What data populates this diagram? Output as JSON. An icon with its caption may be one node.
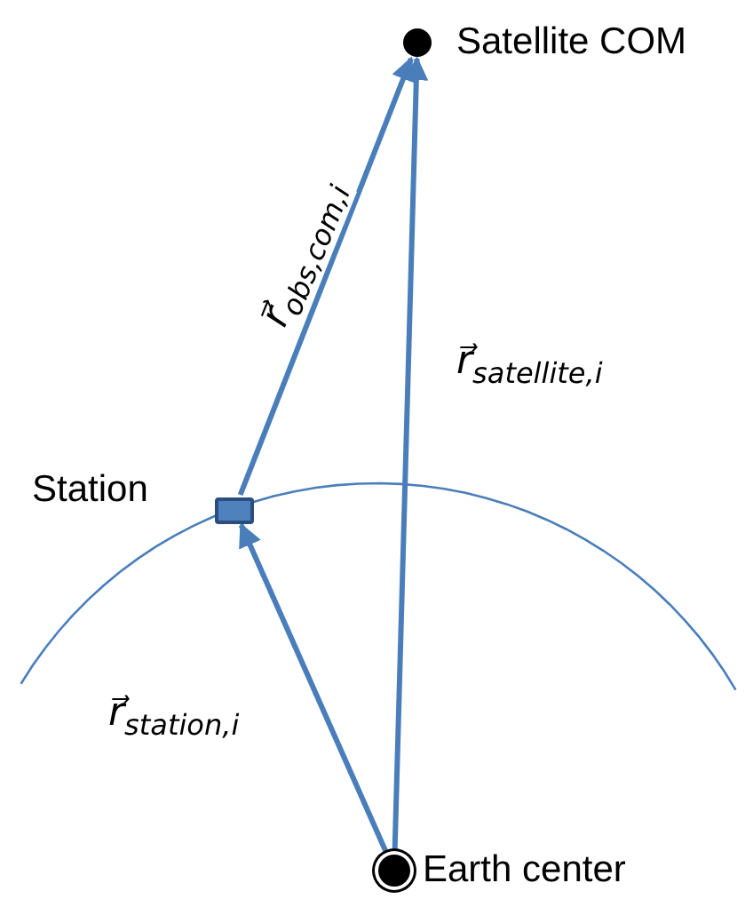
{
  "diagram": {
    "nodes": [
      {
        "text": [],
        "shape": "circle",
        "beside": [
          "Satellite COM"
        ]
      },
      {
        "text": [],
        "shape": "box",
        "beside": [
          "Station"
        ]
      },
      {
        "text": [],
        "shape": "circle",
        "beside": [
          "Earth center"
        ]
      }
    ],
    "edges": [
      {
        "from": 2,
        "to": 1,
        "arrow": "to",
        "label": "r⃗$_{station,i}$"
      },
      {
        "from": 1,
        "to": 0,
        "arrow": "to",
        "label": "r⃗$_{obs,com,i}$"
      },
      {
        "from": 2,
        "to": 0,
        "arrow": "to",
        "label": "r⃗$_{satellite,i}$"
      }
    ]
  }
}
